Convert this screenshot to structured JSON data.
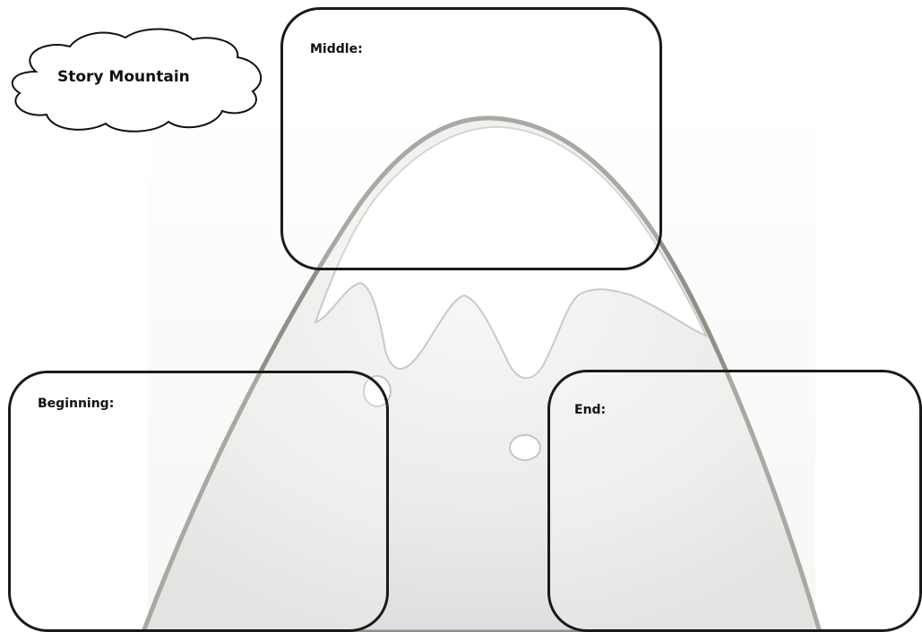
{
  "title": "Story Mountain",
  "sections": {
    "beginning": {
      "label": "Beginning:"
    },
    "middle": {
      "label": "Middle:"
    },
    "end": {
      "label": "End:"
    }
  },
  "colors": {
    "outline": "#1a1a1a",
    "mountain_stroke": "#8f9188",
    "mountain_fill": "#ebebea",
    "snow": "#ffffff"
  }
}
